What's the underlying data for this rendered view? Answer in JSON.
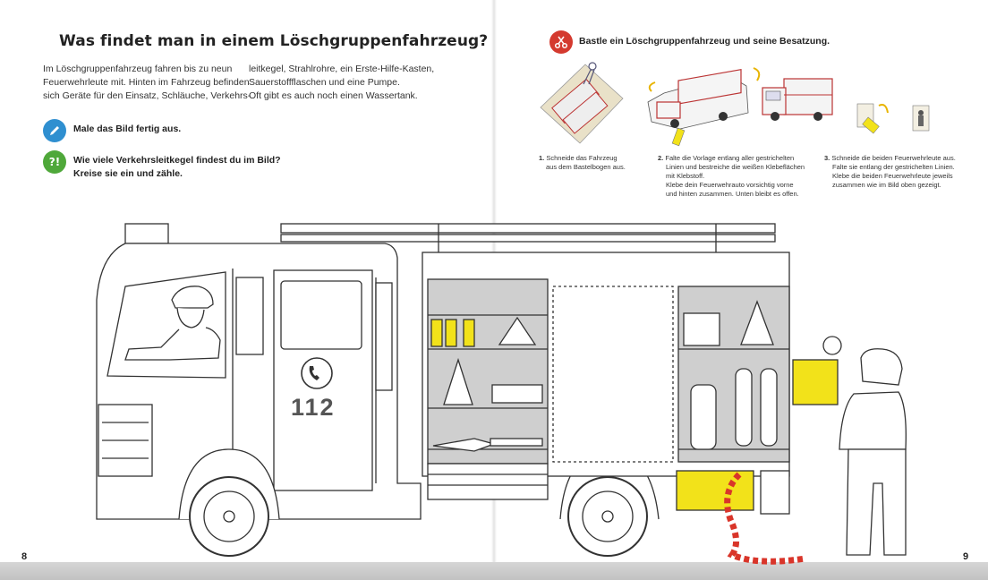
{
  "left_page": {
    "title": "Was findet man in einem Löschgruppenfahrzeug?",
    "intro_col1": [
      "Im Löschgruppenfahrzeug fahren bis zu neun",
      "Feuerwehrleute mit. Hinten im Fahrzeug befinden",
      "sich Geräte für den Einsatz, Schläuche, Verkehrs-"
    ],
    "intro_col2": [
      "leitkegel, Strahlrohre, ein Erste-Hilfe-Kasten,",
      "Sauerstoffflaschen und eine Pumpe.",
      "Oft gibt es auch noch einen Wassertank."
    ],
    "task1": {
      "icon": "pencil-icon",
      "text": "Male das Bild fertig aus."
    },
    "task2": {
      "icon": "question-icon",
      "lines": [
        "Wie viele Verkehrsleitkegel findest du im Bild?",
        "Kreise sie ein und zähle."
      ]
    },
    "page_number": "8"
  },
  "truck": {
    "number": "112"
  },
  "right_page": {
    "craft": {
      "icon": "scissors-icon",
      "title": "Bastle ein Löschgruppenfahrzeug und seine Besatzung."
    },
    "steps": [
      {
        "num": "1.",
        "lines": [
          "Schneide das Fahrzeug",
          "aus dem Bastelbogen aus."
        ]
      },
      {
        "num": "2.",
        "lines": [
          "Falte die Vorlage entlang aller gestrichelten",
          "Linien und bestreiche die weißen Klebeflächen",
          "mit Klebstoff.",
          "Klebe dein Feuerwehrauto vorsichtig vorne",
          "und hinten zusammen. Unten bleibt es offen."
        ]
      },
      {
        "num": "3.",
        "lines": [
          "Schneide die beiden Feuerwehrleute aus.",
          "Falte sie entlang der gestrichelten Linien.",
          "Klebe die beiden Feuerwehrleute jeweils",
          "zusammen wie im Bild oben gezeigt."
        ]
      }
    ],
    "page_number": "9"
  },
  "colors": {
    "accent_yellow": "#f2e21a",
    "craft_red": "#d43a2f",
    "hose_red": "#d9352a",
    "icon_blue": "#2f8fd0",
    "icon_green": "#4fa83a"
  }
}
